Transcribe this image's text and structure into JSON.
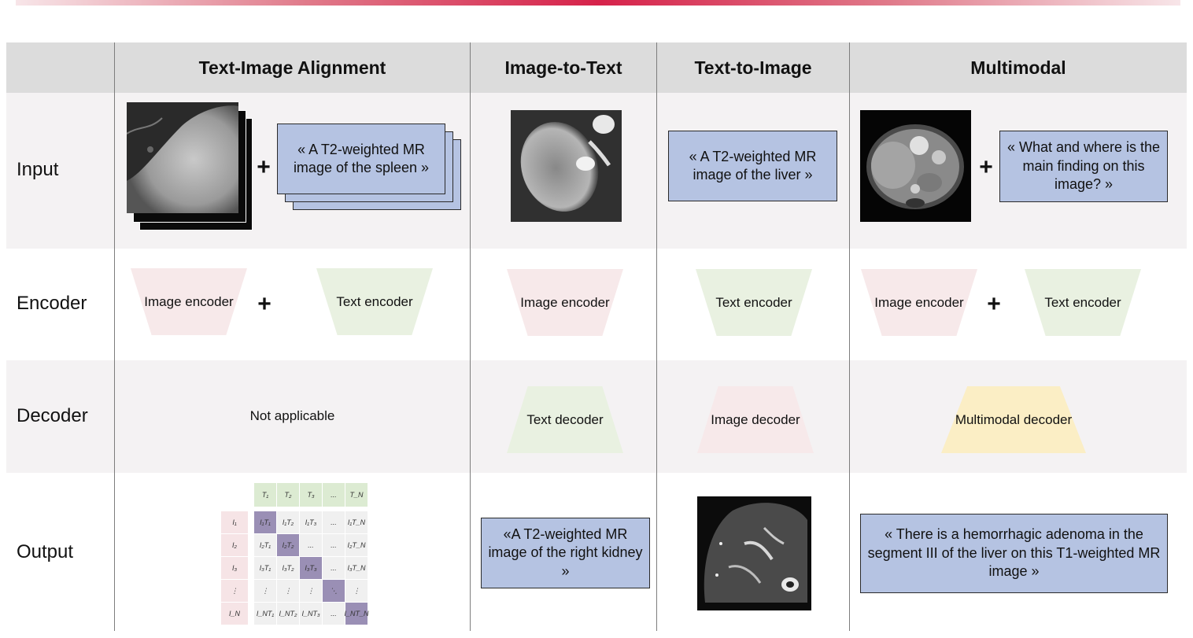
{
  "columns": {
    "alignment": "Text-Image Alignment",
    "img2txt": "Image-to-Text",
    "txt2img": "Text-to-Image",
    "multimodal": "Multimodal"
  },
  "rows": {
    "input": "Input",
    "encoder": "Encoder",
    "decoder": "Decoder",
    "output": "Output"
  },
  "plus_symbol": "+",
  "input": {
    "alignment_text": "« A T2-weighted MR image of the spleen »",
    "txt2img_text": "« A T2-weighted MR image of the liver »",
    "multimodal_text": "« What and where is the main finding on this image? »"
  },
  "encoder": {
    "image": "Image encoder",
    "text": "Text encoder"
  },
  "decoder": {
    "not_applicable": "Not applicable",
    "text": "Text decoder",
    "image": "Image decoder",
    "multimodal": "Multimodal decoder"
  },
  "output": {
    "img2txt_text": "«A T2-weighted MR image of the right kidney »",
    "multimodal_text": "« There is a hemorrhagic adenoma in the segment III of the liver on this T1-weighted MR image  »"
  },
  "matrix": {
    "col_headers": [
      "T₁",
      "T₂",
      "T₃",
      "...",
      "T_N"
    ],
    "row_headers": [
      "I₁",
      "I₂",
      "I₃",
      "⋮",
      "I_N"
    ],
    "cells": [
      [
        "I₁T₁",
        "I₁T₂",
        "I₁T₃",
        "...",
        "I₁T_N"
      ],
      [
        "I₂T₁",
        "I₂T₂",
        "...",
        "...",
        "I₂T_N"
      ],
      [
        "I₃T₁",
        "I₃T₂",
        "I₃T₃",
        "...",
        "I₃T_N"
      ],
      [
        "⋮",
        "⋮",
        "⋮",
        "⋮",
        "⋱"
      ],
      [
        "I_NT₁",
        "I_NT₂",
        "I_NT₃",
        "...",
        "I_NT_N"
      ]
    ],
    "colors": {
      "header": "#dcebd2",
      "row_header": "#f6e4e6",
      "cell": "#f0f0f0",
      "diagonal": "#9a8fb5"
    }
  },
  "colors": {
    "accent_bar": "#d6224a",
    "text_box": "#b5c3e2",
    "header_band": "#dcdcdc",
    "row_band": "#f4f2f3",
    "image_module": "#f7e9ea",
    "text_module": "#e9f1e1",
    "multimodal_module": "#fbeec5"
  }
}
